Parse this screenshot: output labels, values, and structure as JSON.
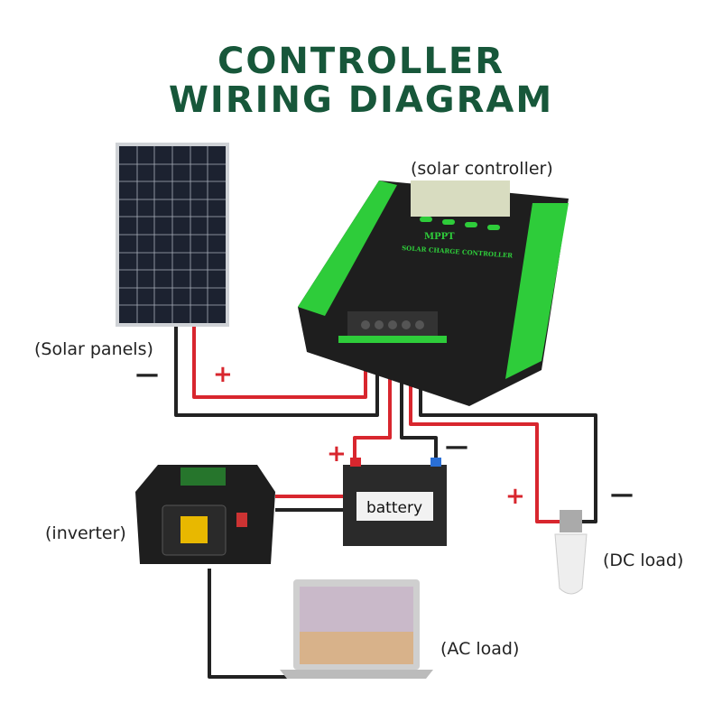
{
  "title": {
    "line1": "CONTROLLER",
    "line2": "WIRING DIAGRAM"
  },
  "labels": {
    "solar_controller": "(solar controller)",
    "solar_panels": "(Solar panels)",
    "inverter": "(inverter)",
    "battery": "battery",
    "dc_load": "(DC load)",
    "ac_load": "(AC load)"
  },
  "controller_text": {
    "brand": "MPPT",
    "subtitle": "SOLAR CHARGE CONTROLLER"
  },
  "signs": {
    "plus": "+",
    "minus": "—"
  },
  "colors": {
    "title": "#17573a",
    "positive_wire": "#d8262e",
    "negative_wire": "#222222",
    "controller_accent": "#2ecc3a"
  }
}
